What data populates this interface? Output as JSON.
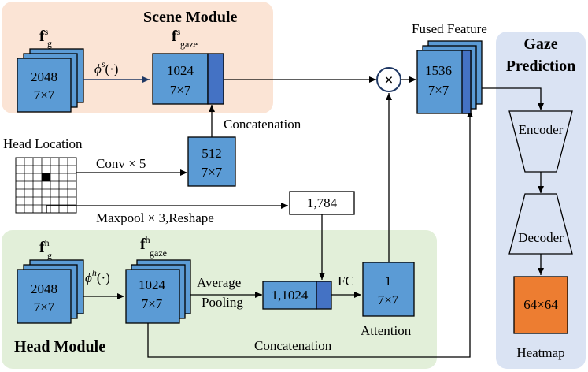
{
  "regions": {
    "scene_module": "Scene Module",
    "head_module": "Head Module",
    "gaze_prediction": [
      "Gaze",
      "Prediction"
    ]
  },
  "features": {
    "scene_fg": {
      "main": "f",
      "sub": "g",
      "sup": "s"
    },
    "scene_fgaze": {
      "main": "f",
      "sub": "gaze",
      "sup": "s"
    },
    "head_fg": {
      "main": "f",
      "sub": "g",
      "sup": "h"
    },
    "head_fgaze": {
      "main": "f",
      "sub": "gaze",
      "sup": "h"
    }
  },
  "functions": {
    "phi_s": {
      "symbol": "ϕ",
      "sup": "s",
      "arg": "(·)"
    },
    "phi_h": {
      "symbol": "ϕ",
      "sup": "h",
      "arg": "(·)"
    }
  },
  "boxes": {
    "scene_input": [
      "2048",
      "7×7"
    ],
    "scene_gaze": [
      "1024",
      "7×7"
    ],
    "head_conv": [
      "512",
      "7×7"
    ],
    "head_maxpool": "1,784",
    "head_input": [
      "2048",
      "7×7"
    ],
    "head_gaze": [
      "1024",
      "7×7"
    ],
    "pooled": "1,1024",
    "attention": [
      "1",
      "7×7"
    ],
    "fused": [
      "1536",
      "7×7"
    ],
    "encoder": "Encoder",
    "decoder": "Decoder",
    "heatmap_size": "64×64"
  },
  "labels": {
    "head_location": "Head Location",
    "conv": "Conv × 5",
    "maxpool": "Maxpool × 3,Reshape",
    "concat_top": "Concatenation",
    "concat_bottom": "Concatenation",
    "average_pooling": [
      "Average",
      "Pooling"
    ],
    "fc": "FC",
    "attention": "Attention",
    "fused_feature": "Fused Feature",
    "heatmap": "Heatmap",
    "multiply_symbol": "×"
  },
  "colors": {
    "scene_bg": "#fbe4d5",
    "head_bg": "#e2efd9",
    "gaze_bg": "#dae3f3",
    "feature_blue": "#5b9bd5",
    "concat_blue": "#4472c4",
    "heatmap_orange": "#ed7d31",
    "arrow_dark_blue": "#1f3864"
  }
}
